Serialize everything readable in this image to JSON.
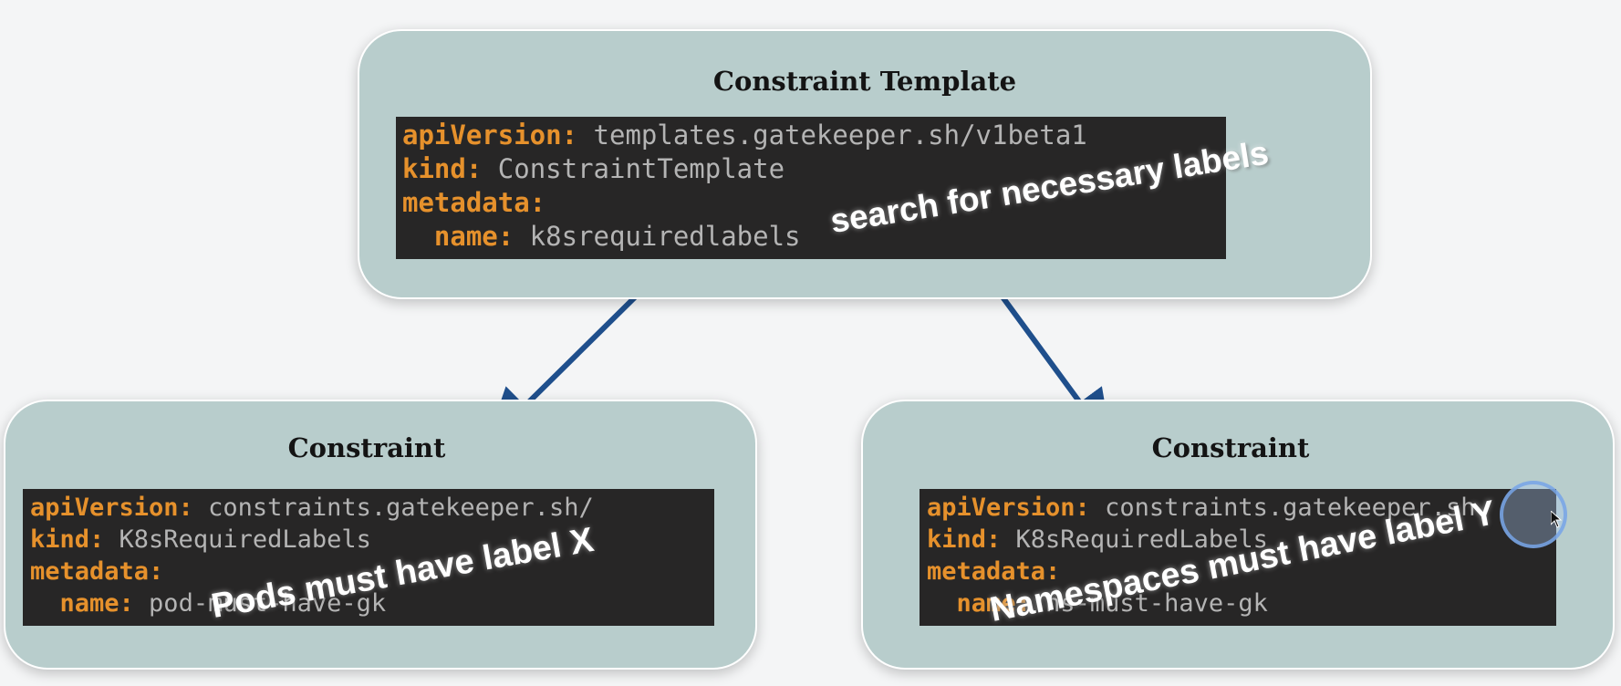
{
  "template_card": {
    "title": "Constraint Template",
    "code": [
      {
        "key": "apiVersion:",
        "value": " templates.gatekeeper.sh/v1beta1"
      },
      {
        "key": "kind:",
        "value": " ConstraintTemplate"
      },
      {
        "key": "metadata:",
        "value": ""
      },
      {
        "key": "  name:",
        "value": " k8srequiredlabels"
      }
    ],
    "annotation": "search for necessary labels"
  },
  "left_card": {
    "title": "Constraint",
    "code": [
      {
        "key": "apiVersion:",
        "value": " constraints.gatekeeper.sh/"
      },
      {
        "key": "kind:",
        "value": " K8sRequiredLabels"
      },
      {
        "key": "metadata:",
        "value": ""
      },
      {
        "key": "  name:",
        "value": " pod-must-have-gk"
      }
    ],
    "annotation": "Pods must have label X"
  },
  "right_card": {
    "title": "Constraint",
    "code": [
      {
        "key": "apiVersion:",
        "value": " constraints.gatekeeper.sh"
      },
      {
        "key": "kind:",
        "value": " K8sRequiredLabels"
      },
      {
        "key": "metadata:",
        "value": ""
      },
      {
        "key": "  name:",
        "value": " ns-must-have-gk"
      }
    ],
    "annotation": "Namespaces must have label Y"
  },
  "colors": {
    "card_bg": "#b8cdcc",
    "code_bg": "#272626",
    "code_key": "#e6912c",
    "code_value": "#b4b4b4",
    "arrow": "#1f4f8c"
  }
}
